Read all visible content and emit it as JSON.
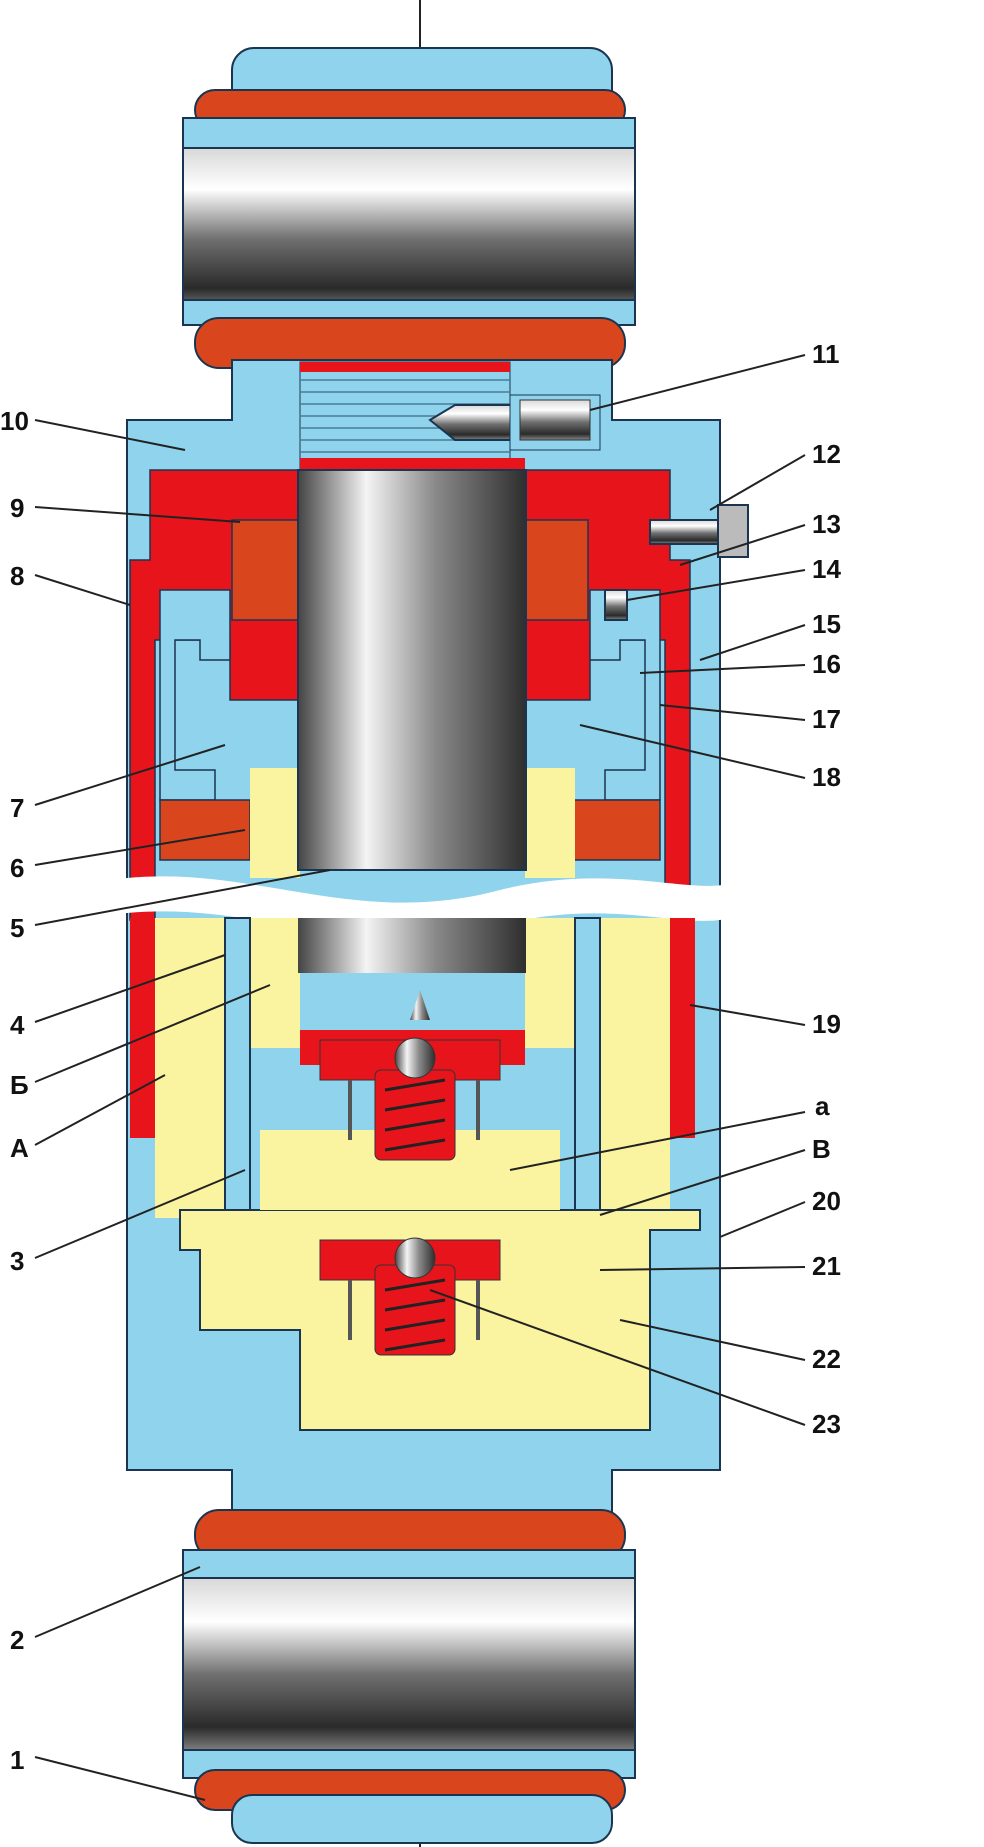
{
  "title": "Shock absorber cross-section",
  "colors": {
    "body": "#8fd3ec",
    "seal": "#e8141c",
    "rubber": "#d9461e",
    "fluid": "#faf3a0",
    "steel": "#9a9a9a"
  },
  "labels": {
    "left": [
      "10",
      "9",
      "8",
      "7",
      "6",
      "5",
      "4",
      "Б",
      "А",
      "3",
      "2",
      "1"
    ],
    "right": [
      "11",
      "12",
      "13",
      "14",
      "15",
      "16",
      "17",
      "18",
      "19",
      "а",
      "В",
      "20",
      "21",
      "22",
      "23"
    ]
  }
}
